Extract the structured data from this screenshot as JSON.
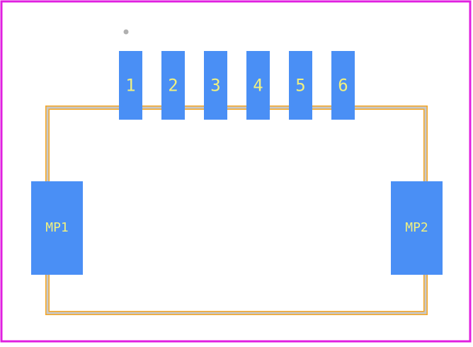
{
  "footprint": {
    "pads": [
      {
        "id": "pad-1",
        "label": "1"
      },
      {
        "id": "pad-2",
        "label": "2"
      },
      {
        "id": "pad-3",
        "label": "3"
      },
      {
        "id": "pad-4",
        "label": "4"
      },
      {
        "id": "pad-5",
        "label": "5"
      },
      {
        "id": "pad-6",
        "label": "6"
      }
    ],
    "mounting_pads": [
      {
        "id": "mp-1",
        "label": "MP1"
      },
      {
        "id": "mp-2",
        "label": "MP2"
      }
    ]
  },
  "colors": {
    "board_border": "#e020e0",
    "silkscreen": "#f5a623",
    "courtyard": "#c8c8c8",
    "pad_fill": "#4a8ff5",
    "pad_label": "#f0f080",
    "pin1_marker": "#b0b0b0"
  }
}
